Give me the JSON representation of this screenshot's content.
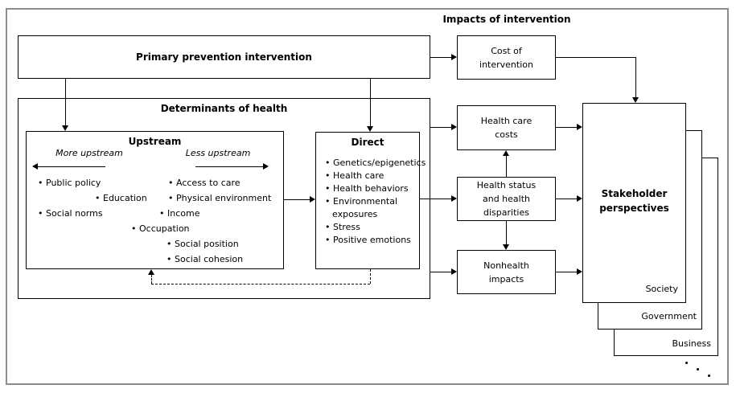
{
  "impacts_title": "Impacts of intervention",
  "primary": {
    "label": "Primary prevention intervention"
  },
  "determinants": {
    "label": "Determinants of health"
  },
  "upstream": {
    "title": "Upstream",
    "more": "More upstream",
    "less": "Less upstream",
    "items": [
      "Public policy",
      "Access to care",
      "Education",
      "Physical environment",
      "Social norms",
      "Income",
      "Occupation",
      "Social position",
      "Social cohesion"
    ]
  },
  "direct": {
    "title": "Direct",
    "items": [
      "Genetics/epigenetics",
      "Health care",
      "Health behaviors",
      "Environmental exposures",
      "Stress",
      "Positive emotions"
    ]
  },
  "cost": {
    "l1": "Cost of",
    "l2": "intervention"
  },
  "hcc": {
    "l1": "Health care",
    "l2": "costs"
  },
  "hsd": {
    "l1": "Health status",
    "l2": "and health",
    "l3": "disparities"
  },
  "nhi": {
    "l1": "Nonhealth",
    "l2": "impacts"
  },
  "stakeholder": {
    "t1": "Stakeholder",
    "t2": "perspectives",
    "front": "Society",
    "middle": "Government",
    "back": "Business"
  },
  "colors": {
    "line": "#000000",
    "frame": "#8c8c8c",
    "background": "#ffffff"
  }
}
